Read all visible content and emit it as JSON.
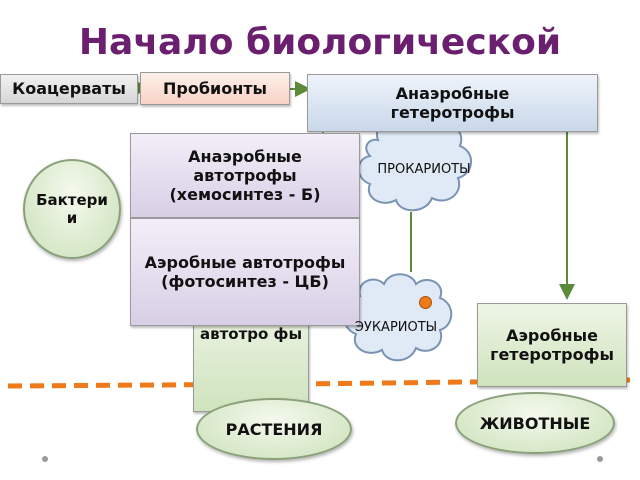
{
  "title": "Начало биологической",
  "boxes": {
    "coacervates": "Коацерваты",
    "probionts": "Пробионты",
    "anaerobic_heterotrophs": "Анаэробные гетеротрофы",
    "anaerobic_autotrophs": "Анаэробные автотрофы (хемосинтез - Б)",
    "aerobic_autotrophs_ps": "Аэробные автотрофы (фотосинтез - ЦБ)",
    "aerobic_autotrophs_hidden": "Аэробн ые автотро фы",
    "aerobic_heterotrophs": "Аэробные гетеротрофы"
  },
  "clouds": {
    "prokaryotes": "ПРОКАРИОТЫ",
    "eukaryotes": "ЭУКАРИОТЫ"
  },
  "ovals": {
    "bacteria": "Бактерии",
    "animals": "ЖИВОТНЫЕ",
    "plants": "РАСТЕНИЯ"
  },
  "colors": {
    "title": "#6b1f6f",
    "arrow": "#5a8a3a",
    "dashed_line": "#ee7a1a",
    "eukaryote_dot": "#ee7a1a"
  }
}
